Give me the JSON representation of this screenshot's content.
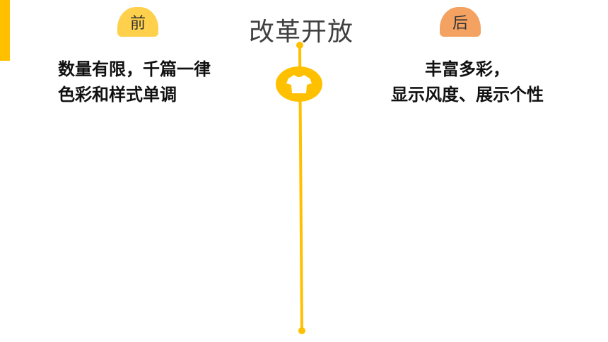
{
  "title": "改革开放",
  "before": {
    "label": "前",
    "color": "#FFD04B",
    "lines": [
      "数量有限，千篇一律",
      "色彩和样式单调"
    ]
  },
  "after": {
    "label": "后",
    "color": "#F4A261",
    "lines": [
      "丰富多彩，",
      "显示风度、展示个性"
    ]
  },
  "timeline": {
    "color": "#FFC000",
    "icon": "tshirt-icon"
  }
}
